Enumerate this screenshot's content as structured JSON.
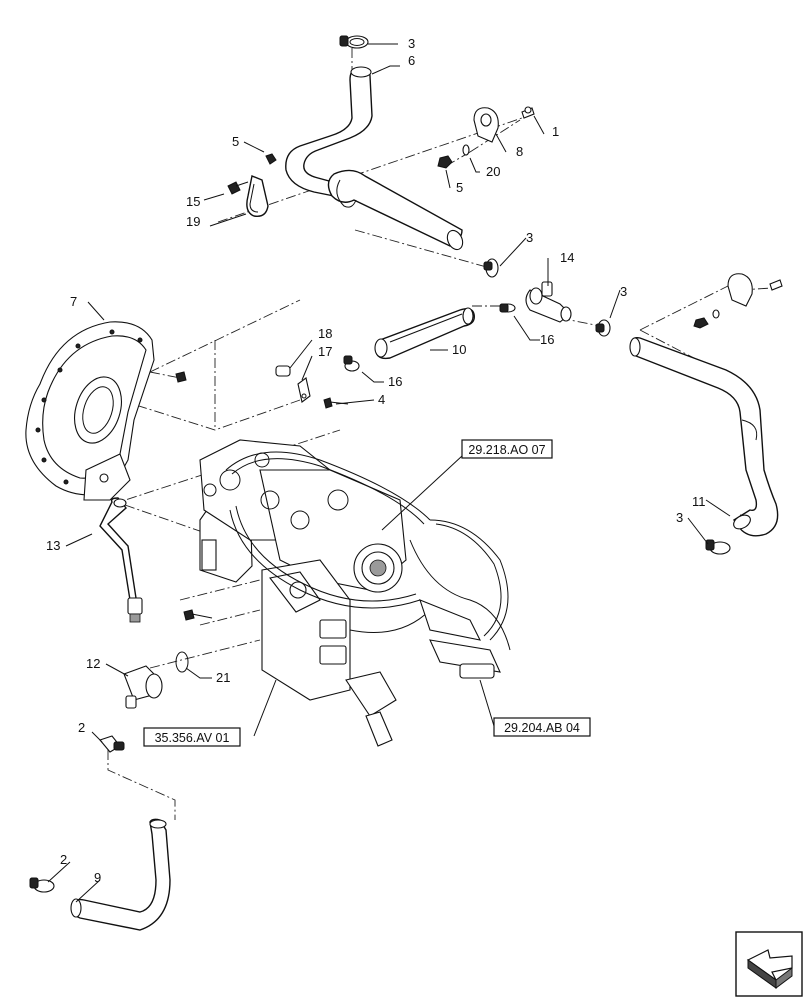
{
  "callouts": {
    "c1": "1",
    "c2a": "2",
    "c2b": "2",
    "c3a": "3",
    "c3b": "3",
    "c3c": "3",
    "c3d": "3",
    "c4": "4",
    "c5a": "5",
    "c5b": "5",
    "c6": "6",
    "c7": "7",
    "c8": "8",
    "c9": "9",
    "c10": "10",
    "c11": "11",
    "c12": "12",
    "c13": "13",
    "c14": "14",
    "c15": "15",
    "c16a": "16",
    "c16b": "16",
    "c17": "17",
    "c18": "18",
    "c19": "19",
    "c20": "20",
    "c21": "21"
  },
  "references": {
    "ref_top": "29.218.AO 07",
    "ref_left": "35.356.AV 01",
    "ref_right": "29.204.AB 04"
  },
  "icons": {
    "orientation": "orientation-arrow-icon"
  }
}
